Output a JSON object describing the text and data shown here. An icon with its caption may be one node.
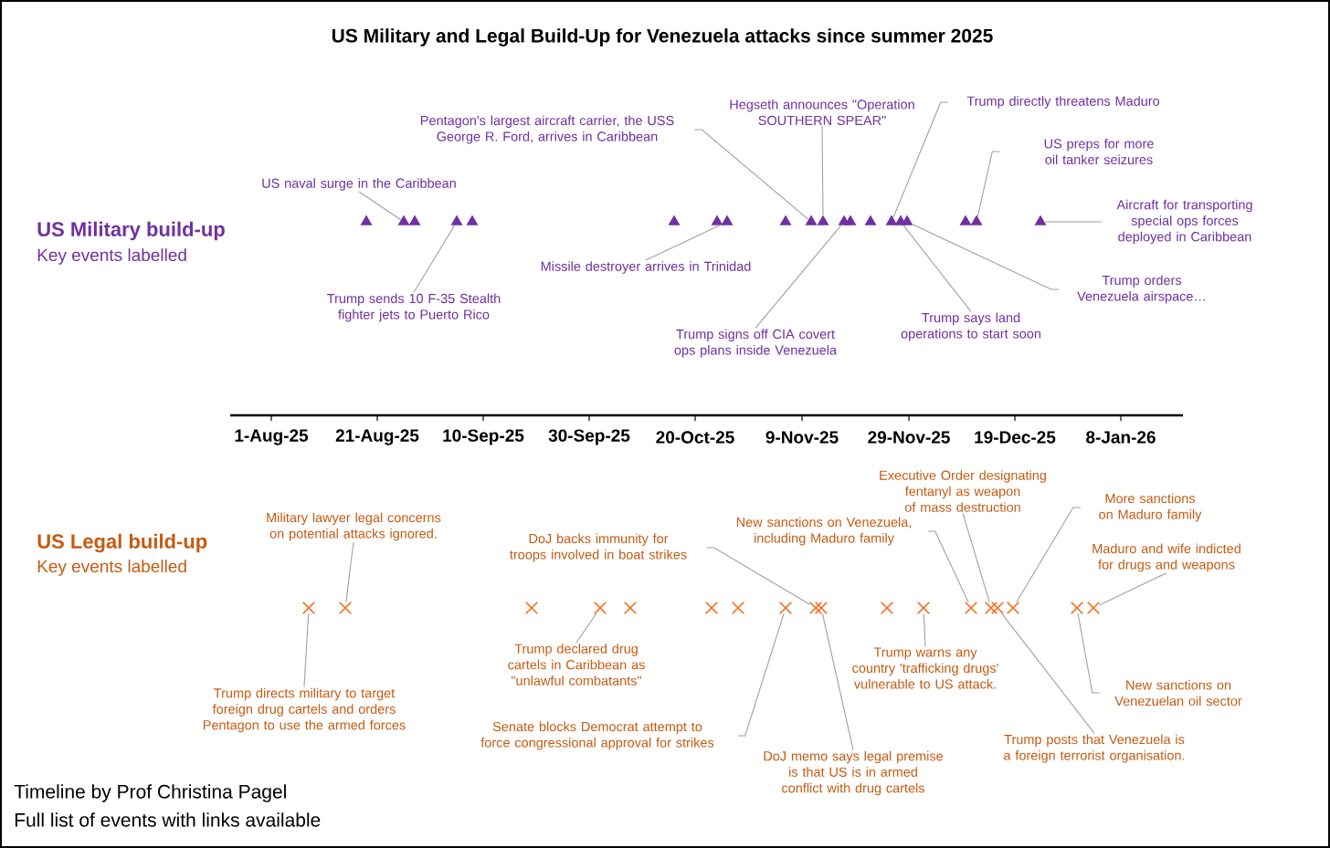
{
  "diagram": {
    "title": "US Military and Legal Build-Up for Venezuela attacks since summer 2025",
    "nodes": [
      {
        "text": [
          "Pentagon's largest aircraft carrier, the USS George R. Ford, arrives in Caribbean"
        ]
      },
      {
        "text": [
          "Hegseth announces \"Operation SOUTHERN SPEAR\""
        ]
      },
      {
        "text": [
          "Trump directly threatens Maduro"
        ]
      },
      {
        "text": [
          "US preps for more oil tanker seizures"
        ]
      },
      {
        "text": [
          "US naval surge in the Caribbean"
        ]
      },
      {
        "text": [
          "Aircraft for transporting special ops forces deployed in Caribbean"
        ]
      },
      {
        "text": [
          "Missile destroyer arrives in Trinidad"
        ]
      },
      {
        "text": [
          "Trump orders Venezuela airspace…"
        ]
      },
      {
        "text": [
          "Trump sends 10 F-35 Stealth fighter jets to Puerto Rico"
        ]
      },
      {
        "text": [
          "Trump says land operations to start soon"
        ]
      },
      {
        "text": [
          "Trump signs off CIA covert ops plans inside Venezuela"
        ]
      },
      {
        "text": [],
        "shape": "triangle"
      },
      {
        "text": [],
        "shape": "triangle"
      },
      {
        "text": [],
        "shape": "triangle"
      },
      {
        "text": [],
        "shape": "triangle"
      },
      {
        "text": [],
        "shape": "triangle"
      },
      {
        "text": [],
        "shape": "triangle"
      },
      {
        "text": [],
        "shape": "triangle"
      },
      {
        "text": [],
        "shape": "triangle"
      },
      {
        "text": [],
        "shape": "triangle"
      },
      {
        "text": [],
        "shape": "triangle"
      },
      {
        "text": [],
        "shape": "triangle"
      },
      {
        "text": [],
        "shape": "triangle"
      },
      {
        "text": [],
        "shape": "triangle"
      },
      {
        "text": [],
        "shape": "triangle"
      },
      {
        "text": [],
        "shape": "triangle"
      },
      {
        "text": [],
        "shape": "triangle"
      },
      {
        "text": [],
        "shape": "triangle"
      },
      {
        "text": [],
        "shape": "triangle"
      },
      {
        "text": [],
        "shape": "triangle"
      },
      {
        "text": [],
        "shape": "triangle"
      },
      {
        "text": [
          "Executive Order designating fentanyl as weapon of mass destruction"
        ]
      },
      {
        "text": [
          "More sanctions on Maduro family"
        ]
      },
      {
        "text": [
          "Military lawyer legal concerns on potential attacks ignored."
        ]
      },
      {
        "text": [
          "New sanctions on Venezuela, including Maduro family"
        ]
      },
      {
        "text": [
          "DoJ backs immunity for troops involved in boat strikes"
        ]
      },
      {
        "text": [
          "Maduro and wife indicted for drugs and weapons"
        ]
      },
      {
        "text": [
          "Trump declared drug cartels in Caribbean as \"unlawful combatants\""
        ]
      },
      {
        "text": [
          "Trump warns any country 'trafficking drugs' vulnerable to US attack."
        ]
      },
      {
        "text": [
          "New sanctions on Venezuelan oil sector"
        ]
      },
      {
        "text": [
          "Trump directs military to target foreign drug cartels and orders Pentagon to use the armed forces"
        ]
      },
      {
        "text": [
          "Senate blocks Democrat attempt to force congressional approval for strikes"
        ]
      },
      {
        "text": [
          "Trump posts that Venezuela is a foreign terrorist organisation."
        ]
      },
      {
        "text": [
          "DoJ memo says legal premise is that US is in armed conflict with drug cartels"
        ]
      },
      {
        "text": [],
        "shape": "cross"
      },
      {
        "text": [],
        "shape": "cross"
      },
      {
        "text": [],
        "shape": "cross"
      },
      {
        "text": [],
        "shape": "cross"
      },
      {
        "text": [],
        "shape": "cross"
      },
      {
        "text": [],
        "shape": "cross"
      },
      {
        "text": [],
        "shape": "cross"
      },
      {
        "text": [],
        "shape": "cross"
      },
      {
        "text": [],
        "shape": "cross"
      },
      {
        "text": [],
        "shape": "cross"
      },
      {
        "text": [],
        "shape": "cross"
      },
      {
        "text": [],
        "shape": "cross"
      },
      {
        "text": [],
        "shape": "cross"
      },
      {
        "text": [],
        "shape": "cross"
      },
      {
        "text": [],
        "shape": "cross"
      },
      {
        "text": [],
        "shape": "cross"
      },
      {
        "text": [],
        "shape": "cross"
      },
      {
        "text": [],
        "shape": "cross"
      }
    ],
    "edges": [
      {
        "from": 0,
        "to": 20,
        "arrow": "none"
      },
      {
        "from": 1,
        "to": 21,
        "arrow": "none"
      },
      {
        "from": 2,
        "to": 25,
        "arrow": "none"
      },
      {
        "from": 3,
        "to": 29,
        "arrow": "none"
      },
      {
        "from": 4,
        "to": 12,
        "arrow": "none"
      },
      {
        "from": 5,
        "to": 30,
        "arrow": "none"
      },
      {
        "from": 6,
        "to": 18,
        "arrow": "none"
      },
      {
        "from": 7,
        "to": 27,
        "arrow": "none"
      },
      {
        "from": 8,
        "to": 14,
        "arrow": "none"
      },
      {
        "from": 9,
        "to": 26,
        "arrow": "none"
      },
      {
        "from": 10,
        "to": 22,
        "arrow": "none"
      },
      {
        "from": 31,
        "to": 57,
        "arrow": "none"
      },
      {
        "from": 32,
        "to": 59,
        "arrow": "none"
      },
      {
        "from": 33,
        "to": 45,
        "arrow": "none"
      },
      {
        "from": 34,
        "to": 56,
        "arrow": "none"
      },
      {
        "from": 35,
        "to": 52,
        "arrow": "none"
      },
      {
        "from": 36,
        "to": 61,
        "arrow": "none"
      },
      {
        "from": 37,
        "to": 47,
        "arrow": "none"
      },
      {
        "from": 38,
        "to": 55,
        "arrow": "none"
      },
      {
        "from": 39,
        "to": 60,
        "arrow": "none"
      },
      {
        "from": 40,
        "to": 44,
        "arrow": "none"
      },
      {
        "from": 41,
        "to": 51,
        "arrow": "none"
      },
      {
        "from": 42,
        "to": 58,
        "arrow": "none"
      },
      {
        "from": 43,
        "to": 53,
        "arrow": "none"
      }
    ],
    "labels": [
      "US Military build-up",
      "Key events labelled",
      "1-Aug-25",
      "21-Aug-25",
      "10-Sep-25",
      "30-Sep-25",
      "20-Oct-25",
      "9-Nov-25",
      "29-Nov-25",
      "19-Dec-25",
      "8-Jan-26",
      "US Legal build-up",
      "Key events labelled",
      "Timeline by Prof Christina Pagel",
      "Full list of events with links available"
    ]
  }
}
